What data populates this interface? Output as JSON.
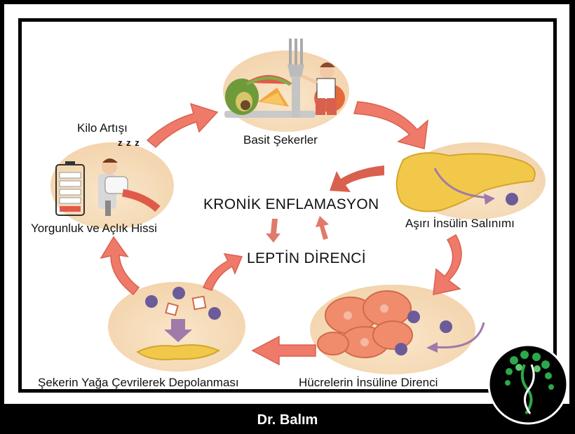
{
  "center": {
    "title": "KRONİK ENFLAMASYON",
    "subtitle": "LEPTİN DİRENCİ"
  },
  "cycle": {
    "simple_sugars": "Basit Şekerler",
    "insulin_release": "Aşırı İnsülin Salınımı",
    "insulin_resistance": "Hücrelerin İnsüline Direnci",
    "fat_storage": "Şekerin Yağa Çevrilerek Depolanması",
    "fatigue_hunger": "Yorgunluk ve Açlık Hissi",
    "weight_gain": "Kilo Artışı"
  },
  "sleep_symbol": "z z z",
  "footer": "Dr. Balım",
  "colors": {
    "arrow": "#ef7a6a",
    "dark_arrow": "#d9604f",
    "blob": "#f6e3c8",
    "pancreas": "#f2c84b",
    "cell": "#f08c6c",
    "molecule": "#6b5b9a",
    "logo_green": "#2aa84a"
  }
}
